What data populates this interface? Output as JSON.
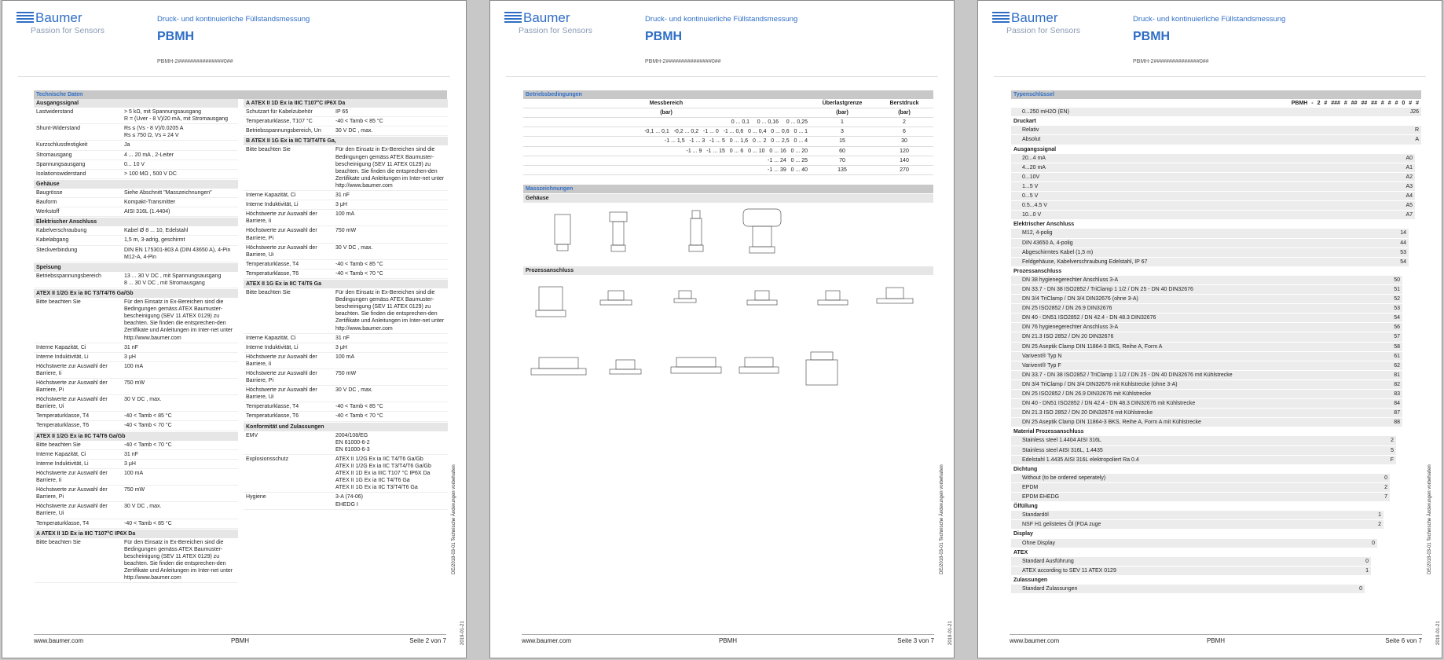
{
  "header": {
    "logo_name": "Baumer",
    "logo_tag": "Passion for Sensors",
    "subtitle": "Druck- und kontinuierliche Füllstandsmessung",
    "title": "PBMH",
    "code": "PBMH-2###############0##"
  },
  "side_text": {
    "doc": "DE/2018-03-01 Technische Änderungen vorbehalten",
    "date": "2019-01-21"
  },
  "footer": {
    "url": "www.baumer.com",
    "product": "PBMH",
    "page1": "Seite 2 von 7",
    "page2": "Seite 3 von 7",
    "page3": "Seite 6 von 7"
  },
  "page1": {
    "section": "Technische Daten",
    "left": [
      {
        "type": "grp",
        "text": "Ausgangssignal"
      },
      {
        "type": "row",
        "k": "Lastwiderstand",
        "v": "> 5 kΩ, mit Spannungsausgang\nR = (Uver - 8 V)/20 mA, mit Stromausgang"
      },
      {
        "type": "row",
        "k": "Shunt-Widerstand",
        "v": "Rs ≤ (Vs - 8 V)/0.0205 A\nRs ≤ 750 Ω, Vs = 24 V"
      },
      {
        "type": "row",
        "k": "Kurzschlussfestigkeit",
        "v": "Ja"
      },
      {
        "type": "row",
        "k": "Stromausgang",
        "v": "4 ... 20 mA , 2-Leiter"
      },
      {
        "type": "row",
        "k": "Spannungsausgang",
        "v": "0... 10 V"
      },
      {
        "type": "row",
        "k": "Isolationswiderstand",
        "v": "> 100 MΩ , 500 V DC"
      },
      {
        "type": "grp",
        "text": "Gehäuse"
      },
      {
        "type": "row",
        "k": "Baugrösse",
        "v": "Siehe Abschnitt \"Masszeichnungen\""
      },
      {
        "type": "row",
        "k": "Bauform",
        "v": "Kompakt-Transmitter"
      },
      {
        "type": "row",
        "k": "Werkstoff",
        "v": "AISI 316L (1.4404)"
      },
      {
        "type": "grp",
        "text": "Elektrischer Anschluss"
      },
      {
        "type": "row",
        "k": "Kabelverschraubung",
        "v": "Kabel Ø 8 ... 10, Edelstahl"
      },
      {
        "type": "row",
        "k": "Kabelabgang",
        "v": "1,5 m, 3-adrig, geschirmt"
      },
      {
        "type": "row",
        "k": "Steckverbindung",
        "v": "DIN EN 175301-803 A (DIN 43650 A), 4-Pin\nM12-A, 4-Pin"
      },
      {
        "type": "grp",
        "text": "Speisung"
      },
      {
        "type": "row",
        "k": "Betriebsspannungsbereich",
        "v": "13 ... 30 V DC , mit Spannungsausgang\n8 ... 30 V DC , mit Stromausgang"
      },
      {
        "type": "grp",
        "text": "ATEX II 1/2G Ex ia IIC T3/T4/T6 Ga/Gb"
      },
      {
        "type": "row",
        "k": "Bitte beachten Sie",
        "v": "Für den Einsatz in Ex-Bereichen sind die Bedingungen gemäss ATEX Baumuster-bescheinigung (SEV 11 ATEX 0129) zu beachten. Sie finden die entsprechen-den Zertifikate und Anleitungen im Inter-net unter http://www.baumer.com"
      },
      {
        "type": "row",
        "k": "Interne Kapazität, Ci",
        "v": "31 nF"
      },
      {
        "type": "row",
        "k": "Interne Induktivität, Li",
        "v": "3 μH"
      },
      {
        "type": "row",
        "k": "Höchstwerte zur Auswahl der Barriere, Ii",
        "v": "100 mA"
      },
      {
        "type": "row",
        "k": "Höchstwerte zur Auswahl der Barriere, Pi",
        "v": "750 mW"
      },
      {
        "type": "row",
        "k": "Höchstwerte zur Auswahl der Barriere, Ui",
        "v": "30 V DC , max."
      },
      {
        "type": "row",
        "k": "Temperaturklasse, T4",
        "v": "-40 < Tamb < 85 °C"
      },
      {
        "type": "row",
        "k": "Temperaturklasse, T6",
        "v": "-40 < Tamb < 70 °C"
      },
      {
        "type": "grp",
        "text": "ATEX II 1/2G Ex ia IIC T4/T6 Ga/Gb"
      },
      {
        "type": "row",
        "k": "Bitte beachten Sie",
        "v": "-40 < Tamb < 70 °C"
      },
      {
        "type": "row",
        "k": "Interne Kapazität, Ci",
        "v": "31 nF"
      },
      {
        "type": "row",
        "k": "Interne Induktivität, Li",
        "v": "3 μH"
      },
      {
        "type": "row",
        "k": "Höchstwerte zur Auswahl der Barriere, Ii",
        "v": "100 mA"
      },
      {
        "type": "row",
        "k": "Höchstwerte zur Auswahl der Barriere, Pi",
        "v": "750 mW"
      },
      {
        "type": "row",
        "k": "Höchstwerte zur Auswahl der Barriere, Ui",
        "v": "30 V DC , max."
      },
      {
        "type": "row",
        "k": "Temperaturklasse, T4",
        "v": "-40 < Tamb < 85 °C"
      },
      {
        "type": "grp",
        "text": "A ATEX II 1D Ex ia IIIC T107°C IP6X Da"
      },
      {
        "type": "row",
        "k": "Bitte beachten Sie",
        "v": "Für den Einsatz in Ex-Bereichen sind die Bedingungen gemäss ATEX Baumuster-bescheinigung (SEV 11 ATEX 0129) zu beachten. Sie finden die entsprechen-den Zertifikate und Anleitungen im Inter-net unter http://www.baumer.com"
      }
    ],
    "right": [
      {
        "type": "grp",
        "text": "A ATEX II 1D Ex ia IIIC T107°C IP6X Da"
      },
      {
        "type": "row",
        "k": "Schutzart für Kabelzubehör",
        "v": "IP 65"
      },
      {
        "type": "row",
        "k": "Temperaturklasse, T107 °C",
        "v": "-40 < Tamb < 85 °C"
      },
      {
        "type": "row",
        "k": "Betriebsspannungsbereich, Un",
        "v": "30 V DC , max."
      },
      {
        "type": "grp",
        "text": "B ATEX II 1G Ex ia IIC T3/T4/T6 Ga,"
      },
      {
        "type": "row",
        "k": "Bitte beachten Sie",
        "v": "Für den Einsatz in Ex-Bereichen sind die Bedingungen gemäss ATEX Baumuster-bescheinigung (SEV 11 ATEX 0129) zu beachten. Sie finden die entsprechen-den Zertifikate und Anleitungen im Inter-net unter http://www.baumer.com"
      },
      {
        "type": "row",
        "k": "Interne Kapazität, Ci",
        "v": "31 nF"
      },
      {
        "type": "row",
        "k": "Interne Induktivität, Li",
        "v": "3 μH"
      },
      {
        "type": "row",
        "k": "Höchstwerte zur Auswahl der Barriere, Ii",
        "v": "100 mA"
      },
      {
        "type": "row",
        "k": "Höchstwerte zur Auswahl der Barriere, Pi",
        "v": "750 mW"
      },
      {
        "type": "row",
        "k": "Höchstwerte zur Auswahl der Barriere, Ui",
        "v": "30 V DC , max."
      },
      {
        "type": "row",
        "k": "Temperaturklasse, T4",
        "v": "-40 < Tamb < 85 °C"
      },
      {
        "type": "row",
        "k": "Temperaturklasse, T6",
        "v": "-40 < Tamb < 70 °C"
      },
      {
        "type": "grp",
        "text": "ATEX II 1G Ex ia IIC T4/T6 Ga"
      },
      {
        "type": "row",
        "k": "Bitte beachten Sie",
        "v": "Für den Einsatz in Ex-Bereichen sind die Bedingungen gemäss ATEX Baumuster-bescheinigung (SEV 11 ATEX 0129) zu beachten. Sie finden die entsprechen-den Zertifikate und Anleitungen im Inter-net unter http://www.baumer.com"
      },
      {
        "type": "row",
        "k": "Interne Kapazität, Ci",
        "v": "31 nF"
      },
      {
        "type": "row",
        "k": "Interne Induktivität, Li",
        "v": "3 μH"
      },
      {
        "type": "row",
        "k": "Höchstwerte zur Auswahl der Barriere, Ii",
        "v": "100 mA"
      },
      {
        "type": "row",
        "k": "Höchstwerte zur Auswahl der Barriere, Pi",
        "v": "750 mW"
      },
      {
        "type": "row",
        "k": "Höchstwerte zur Auswahl der Barriere, Ui",
        "v": "30 V DC , max."
      },
      {
        "type": "row",
        "k": "Temperaturklasse, T4",
        "v": "-40 < Tamb < 85 °C"
      },
      {
        "type": "row",
        "k": "Temperaturklasse, T6",
        "v": "-40 < Tamb < 70 °C"
      },
      {
        "type": "grp",
        "text": "Konformität und Zulassungen"
      },
      {
        "type": "row",
        "k": "EMV",
        "v": "2004/108/EG\nEN 61000-6-2\nEN 61000-6-3"
      },
      {
        "type": "row",
        "k": "Explosionsschutz",
        "v": "ATEX II 1/2G Ex ia IIC T4/T6 Ga/Gb\nATEX II 1/2G Ex ia IIC T3/T4/T6 Ga/Gb\nATEX II 1D Ex ia IIIC T107 °C IP6X Da\nATEX II 1G Ex ia IIC T4/T6 Ga\nATEX II 1G Ex ia IIC T3/T4/T6 Ga"
      },
      {
        "type": "row",
        "k": "Hygiene",
        "v": "3-A (74-06)\nEHEDG I"
      }
    ]
  },
  "page2": {
    "section1": "Betriebsbedingungen",
    "table_headers": [
      "Messbereich",
      "Überlastgrenze",
      "Berstdruck"
    ],
    "table_units": [
      "(bar)",
      "(bar)",
      "(bar)"
    ],
    "rows": [
      {
        "ranges": "0 ... 0,1     0 ... 0,16     0 ... 0,25",
        "over": "1",
        "burst": "2"
      },
      {
        "ranges": "-0,1 ... 0,1   -0,2 ... 0,2   -1 ... 0   -1 ... 0,6   0 ... 0,4   0 ... 0,6   0 ... 1",
        "over": "3",
        "burst": "6"
      },
      {
        "ranges": "-1 ... 1,5   -1 ... 3   -1 ... 5   0 ... 1,6   0 ... 2   0 ... 2,5   0 ... 4",
        "over": "15",
        "burst": "30"
      },
      {
        "ranges": "-1 ... 9   -1 ... 15   0 ... 6   0 ... 10   0 ... 16   0 ... 20",
        "over": "60",
        "burst": "120"
      },
      {
        "ranges": "-1 ... 24   0 ... 25",
        "over": "70",
        "burst": "140"
      },
      {
        "ranges": "-1 ... 39   0 ... 40",
        "over": "135",
        "burst": "270"
      }
    ],
    "section2": "Masszeichnungen",
    "sub1": "Gehäuse",
    "sub2": "Prozessanschluss"
  },
  "page3": {
    "section": "Typenschlüssel",
    "code_header": "PBMH - 2 # ### # ## ## ## # # # 0 # #",
    "first_row": {
      "t": "0...250 mH2O (EN)",
      "c": "J26"
    },
    "groups": [
      {
        "title": "Druckart",
        "items": [
          [
            "Relativ",
            "R"
          ],
          [
            "Absolut",
            "A"
          ]
        ]
      },
      {
        "title": "Ausgangssignal",
        "items": [
          [
            "20...4 mA",
            "A0"
          ],
          [
            "4...20 mA",
            "A1"
          ],
          [
            "0...10V",
            "A2"
          ],
          [
            "1...5 V",
            "A3"
          ],
          [
            "0...5 V",
            "A4"
          ],
          [
            "0.5...4.5 V",
            "A5"
          ],
          [
            "10...0 V",
            "A7"
          ]
        ]
      },
      {
        "title": "Elektrischer Anschluss",
        "items": [
          [
            "M12, 4-polig",
            "14"
          ],
          [
            "DIN 43650 A, 4-polig",
            "44"
          ],
          [
            "Abgeschirmtes Kabel (1,5 m)",
            "53"
          ],
          [
            "Feldgehäuse, Kabelverschraubung Edelstahl, IP 67",
            "54"
          ]
        ]
      },
      {
        "title": "Prozessanschluss",
        "items": [
          [
            "DN 38 hygienegerechter Anschluss 3-A",
            "50"
          ],
          [
            "DN 33.7 - DN 38 ISO2852 / TriClamp 1 1/2 / DN 25 - DN 40 DIN32676",
            "51"
          ],
          [
            "DN 3/4 TriClamp / DN 3/4 DIN32676 (ohne 3-A)",
            "52"
          ],
          [
            "DN 25 ISO2852 / DN 26.9 DIN32676",
            "53"
          ],
          [
            "DN 40 - DN51 ISO2852 / DN 42.4 - DN 48.3 DIN32676",
            "54"
          ],
          [
            "DN 76 hygienegerechter Anschluss 3-A",
            "56"
          ],
          [
            "DN 21.3 ISO 2852 / DN 20 DIN32676",
            "57"
          ],
          [
            "DN 25 Aseptik Clamp DIN 11864-3 BKS, Reihe A, Form A",
            "58"
          ],
          [
            "Varivent® Typ N",
            "61"
          ],
          [
            "Varivent® Typ F",
            "62"
          ],
          [
            "DN 33.7 - DN 38 ISO2852 / TriClamp 1 1/2 / DN 25 - DN 40 DIN32676 mit Kühlstrecke",
            "81"
          ],
          [
            "DN 3/4 TriClamp / DN 3/4 DIN32676 mit Kühlstrecke (ohne 3-A)",
            "82"
          ],
          [
            "DN 25 ISO2852 / DN 26.9 DIN32676 mit Kühlstrecke",
            "83"
          ],
          [
            "DN 40 - DN51 ISO2852 / DN 42.4 - DN 48.3 DIN32676 mit Kühlstrecke",
            "84"
          ],
          [
            "DN 21.3 ISO 2852 / DN 20 DIN32676 mit Kühlstrecke",
            "87"
          ],
          [
            "DN 25 Aseptik Clamp DIN 11864-3 BKS, Reihe A, Form A mit Kühlstrecke",
            "88"
          ]
        ]
      },
      {
        "title": "Material Prozessanschluss",
        "items": [
          [
            "Stainless steel 1.4404 AISI 316L",
            "2"
          ],
          [
            "Stainless steel AISI 316L, 1.4435",
            "5"
          ],
          [
            "Edelstahl 1.4435 AISI 316L elektropoliert Ra 0.4",
            "F"
          ]
        ]
      },
      {
        "title": "Dichtung",
        "items": [
          [
            "Without (to be ordered seperately)",
            "0"
          ],
          [
            "EPDM",
            "2"
          ],
          [
            "EPDM EHEDG",
            "7"
          ]
        ]
      },
      {
        "title": "Ölfüllung",
        "items": [
          [
            "Standardöl",
            "1"
          ],
          [
            "NSF H1 gelistetes Öl (FDA zuge",
            "2"
          ]
        ]
      },
      {
        "title": "Display",
        "items": [
          [
            "Ohne Display",
            "0"
          ]
        ]
      },
      {
        "title": "ATEX",
        "items": [
          [
            "Standard Ausführung",
            "0"
          ],
          [
            "ATEX according to SEV 11 ATEX 0129",
            "1"
          ]
        ]
      },
      {
        "title": "Zulassungen",
        "items": [
          [
            "Standard Zulassungen",
            "0"
          ]
        ]
      }
    ]
  }
}
